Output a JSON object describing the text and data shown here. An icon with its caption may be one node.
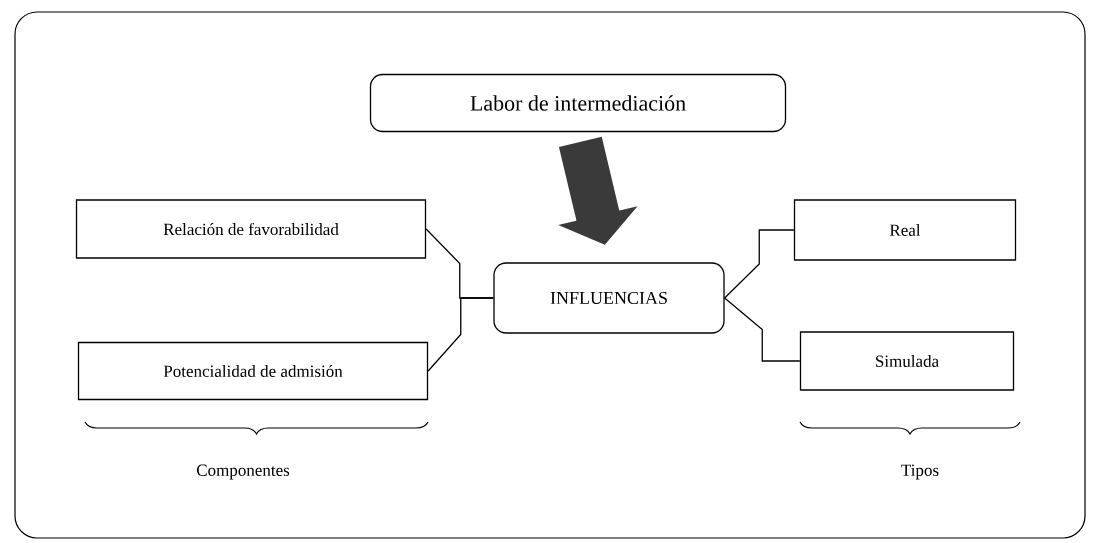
{
  "diagram": {
    "nodes": [
      {
        "text": [
          "Labor de intermediación"
        ]
      },
      {
        "text": [
          "Relación de favorabilidad"
        ]
      },
      {
        "text": [
          "Potencialidad de admisión"
        ]
      },
      {
        "text": [
          "INFLUENCIAS"
        ]
      },
      {
        "text": [
          "Real"
        ]
      },
      {
        "text": [
          "Simulada"
        ]
      }
    ],
    "edges": [
      {
        "from": 0,
        "to": 3,
        "arrow": "to",
        "style": "thick",
        "color": "#3a3a3a"
      },
      {
        "from": 1,
        "to": 3,
        "arrow": "none"
      },
      {
        "from": 2,
        "to": 3,
        "arrow": "none"
      },
      {
        "from": 3,
        "to": 4,
        "arrow": "none"
      },
      {
        "from": 3,
        "to": 5,
        "arrow": "none"
      }
    ],
    "labels": [
      "Componentes",
      "Tipos"
    ]
  }
}
